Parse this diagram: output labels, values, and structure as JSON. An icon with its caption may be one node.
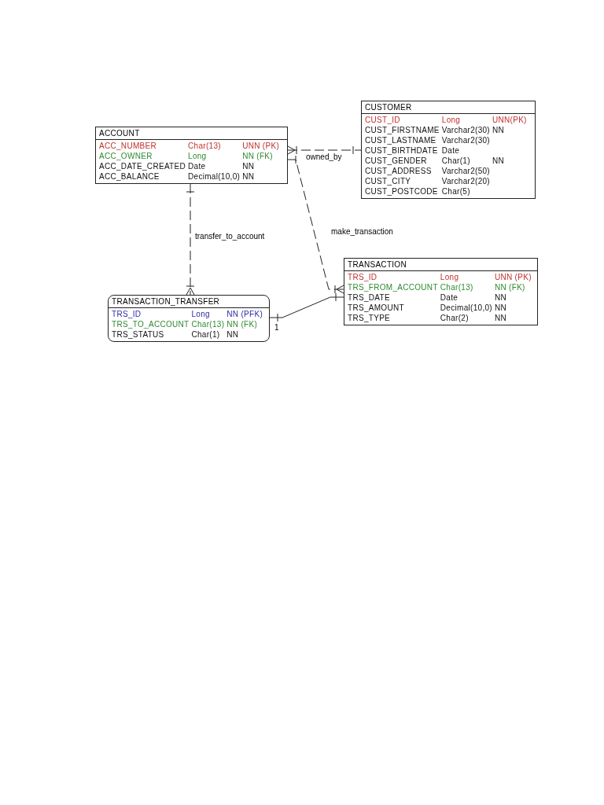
{
  "diagram": {
    "nodes": [
      {
        "text": [
          "CUSTOMER",
          "CUST_ID",
          "Long",
          "UNN(PK)",
          "CUST_FIRSTNAME",
          "Varchar2(30)",
          "NN",
          "CUST_LASTNAME",
          "Varchar2(30)",
          "CUST_BIRTHDATE",
          "Date",
          "CUST_GENDER",
          "Char(1)",
          "NN",
          "CUST_ADDRESS",
          "Varchar2(50)",
          "CUST_CITY",
          "Varchar2(20)",
          "CUST_POSTCODE",
          "Char(5)"
        ]
      },
      {
        "text": [
          "ACCOUNT",
          "ACC_NUMBER",
          "Char(13)",
          "UNN (PK)",
          "ACC_OWNER",
          "Long",
          "NN (FK)",
          "ACC_DATE_CREATED",
          "Date",
          "NN",
          "ACC_BALANCE",
          "Decimal(10,0)",
          "NN"
        ]
      },
      {
        "text": [
          "TRANSACTION",
          "TRS_ID",
          "Long",
          "UNN (PK)",
          "TRS_FROM_ACCOUNT",
          "Char(13)",
          "NN (FK)",
          "TRS_DATE",
          "Date",
          "NN",
          "TRS_AMOUNT",
          "Decimal(10,0)",
          "NN",
          "TRS_TYPE",
          "Char(2)",
          "NN"
        ]
      },
      {
        "text": [
          "TRANSACTION_TRANSFER",
          "TRS_ID",
          "Long",
          "NN (PFK)",
          "TRS_TO_ACCOUNT",
          "Char(13)",
          "NN (FK)",
          "TRS_STATUS",
          "Char(1)",
          "NN"
        ]
      }
    ],
    "edges": [
      {
        "from": 1,
        "to": 0,
        "arrow": "other",
        "label": "owned_by",
        "style": "dashed"
      },
      {
        "from": 1,
        "to": 2,
        "arrow": "other",
        "label": "make_transaction",
        "style": "dashed"
      },
      {
        "from": 1,
        "to": 3,
        "arrow": "other",
        "label": "transfer_to_account",
        "style": "dashed"
      },
      {
        "from": 3,
        "to": 2,
        "arrow": "other",
        "label": "1"
      }
    ]
  }
}
